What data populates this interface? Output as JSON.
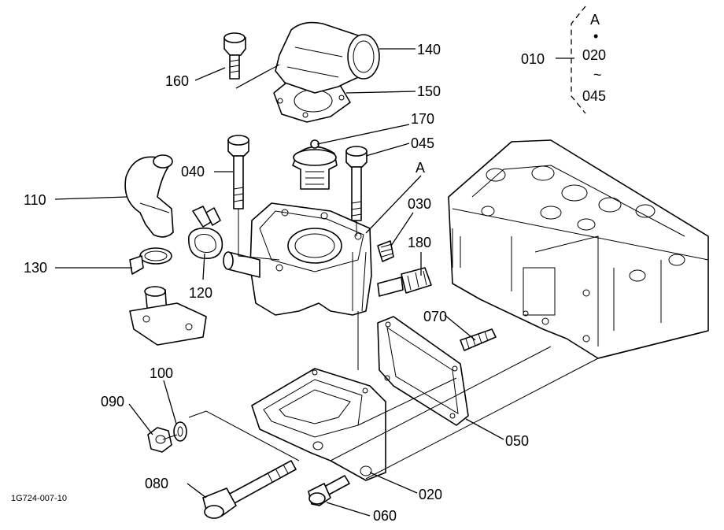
{
  "diagram": {
    "drawing_code": "1G724-007-10",
    "group": {
      "id": "010",
      "top": "A",
      "dot": "•",
      "from": "020",
      "tilde": "~",
      "to": "045"
    },
    "callouts": {
      "p140": "140",
      "p150": "150",
      "p160": "160",
      "p170": "170",
      "p045": "045",
      "p040": "040",
      "pA": "A",
      "p110": "110",
      "p030": "030",
      "p180": "180",
      "p130": "130",
      "p120": "120",
      "p070": "070",
      "p100": "100",
      "p090": "090",
      "p050": "050",
      "p080": "080",
      "p020": "020",
      "p060": "060"
    }
  }
}
